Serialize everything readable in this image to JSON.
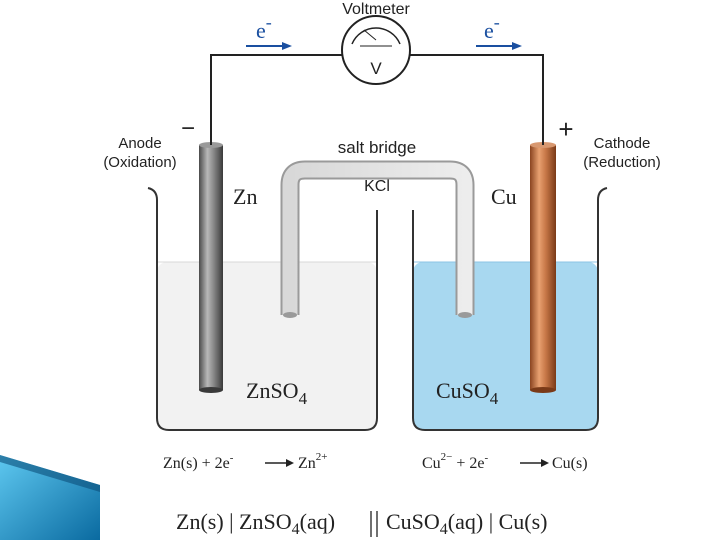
{
  "voltmeter": {
    "label": "Voltmeter",
    "symbol": "V"
  },
  "electron_left": {
    "base": "e",
    "sup": "-"
  },
  "electron_right": {
    "base": "e",
    "sup": "-"
  },
  "anode": {
    "sign": "−",
    "line1": "Anode",
    "line2": "(Oxidation)",
    "metal": "Zn",
    "solution": {
      "base": "ZnSO",
      "sub": "4"
    }
  },
  "cathode": {
    "sign": "+",
    "line1": "Cathode",
    "line2": "(Reduction)",
    "metal": "Cu",
    "solution": {
      "base": "CuSO",
      "sub": "4"
    }
  },
  "salt_bridge": {
    "label": "salt bridge",
    "electrolyte": "KCl"
  },
  "half_reaction_left": {
    "reactant": "Zn(s) + 2e",
    "reactant_sup": "-",
    "product": "Zn",
    "product_sup": "2+"
  },
  "half_reaction_right": {
    "reactant": "Cu",
    "reactant_sup": "2−",
    "reactant2": " + 2e",
    "reactant2_sup": "-",
    "product": "Cu(s)"
  },
  "cell_notation": {
    "part1": "Zn(s) | ZnSO",
    "sub1": "4",
    "part2": "(aq)",
    "part3": "CuSO",
    "sub2": "4",
    "part4": "(aq) | Cu(s)"
  },
  "colors": {
    "zn_solution": "#f2f2f2",
    "cu_solution": "#a8d8f0",
    "arrow_blue": "#1a4fa0",
    "copper": "#c87848",
    "zinc": "#707070",
    "corner_accent": "#1a8fc8"
  }
}
